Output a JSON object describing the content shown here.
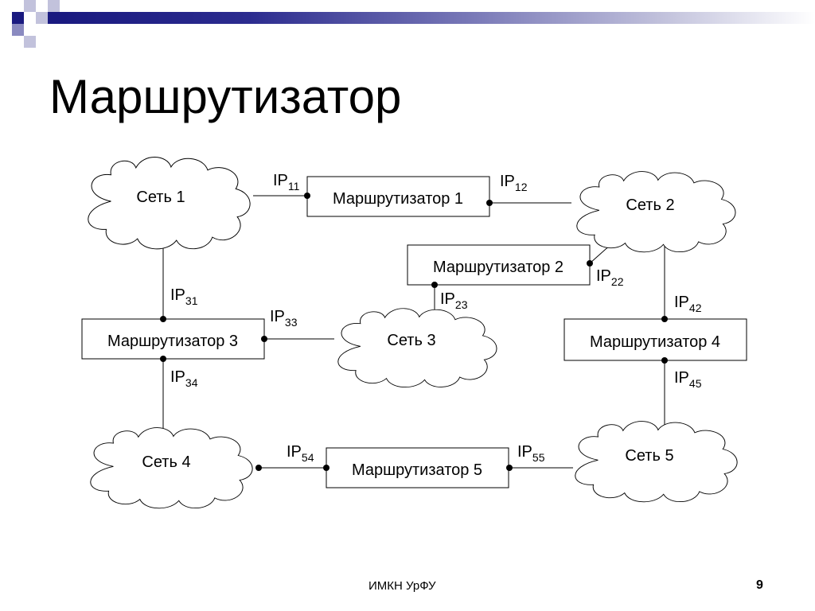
{
  "slide": {
    "title": "Маршрутизатор",
    "footer": "ИМКН УрФУ",
    "page_number": "9"
  },
  "colors": {
    "bar_dark": "#1a1a80",
    "bar_light": "#c2c2dc",
    "line": "#000000"
  },
  "diagram": {
    "networks": [
      {
        "id": "n1",
        "label": "Сеть 1"
      },
      {
        "id": "n2",
        "label": "Сеть 2"
      },
      {
        "id": "n3",
        "label": "Сеть 3"
      },
      {
        "id": "n4",
        "label": "Сеть 4"
      },
      {
        "id": "n5",
        "label": "Сеть 5"
      }
    ],
    "routers": [
      {
        "id": "r1",
        "label": "Маршрутизатор 1"
      },
      {
        "id": "r2",
        "label": "Маршрутизатор 2"
      },
      {
        "id": "r3",
        "label": "Маршрутизатор 3"
      },
      {
        "id": "r4",
        "label": "Маршрутизатор 4"
      },
      {
        "id": "r5",
        "label": "Маршрутизатор 5"
      }
    ],
    "ip_labels": [
      {
        "id": "ip11",
        "base": "IP",
        "sub": "11"
      },
      {
        "id": "ip12",
        "base": "IP",
        "sub": "12"
      },
      {
        "id": "ip22",
        "base": "IP",
        "sub": "22"
      },
      {
        "id": "ip23",
        "base": "IP",
        "sub": "23"
      },
      {
        "id": "ip31",
        "base": "IP",
        "sub": "31"
      },
      {
        "id": "ip33",
        "base": "IP",
        "sub": "33"
      },
      {
        "id": "ip34",
        "base": "IP",
        "sub": "34"
      },
      {
        "id": "ip42",
        "base": "IP",
        "sub": "42"
      },
      {
        "id": "ip45",
        "base": "IP",
        "sub": "45"
      },
      {
        "id": "ip54",
        "base": "IP",
        "sub": "54"
      },
      {
        "id": "ip55",
        "base": "IP",
        "sub": "55"
      }
    ]
  }
}
